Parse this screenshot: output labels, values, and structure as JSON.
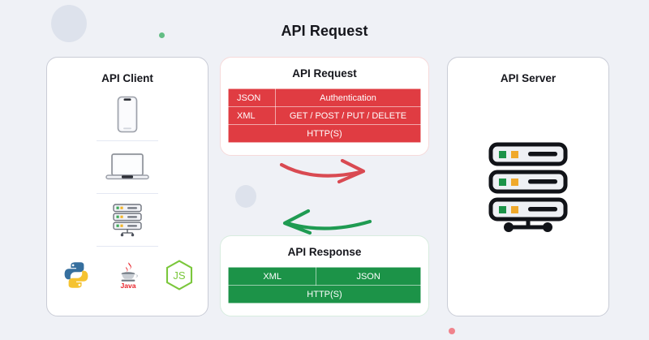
{
  "title": "API Request",
  "colors": {
    "background": "#eff1f6",
    "request_red": "#e03c42",
    "response_green": "#1c9348",
    "text_dark": "#15161c",
    "deco_blue": "#dde2ec",
    "deco_green": "#62bd84",
    "deco_pink": "#f0838c"
  },
  "client_panel": {
    "title": "API Client",
    "devices": [
      {
        "name": "mobile-phone-icon"
      },
      {
        "name": "laptop-icon"
      },
      {
        "name": "server-rack-icon"
      }
    ],
    "languages": [
      {
        "name": "python-logo",
        "label": ""
      },
      {
        "name": "java-logo",
        "label": "Java"
      },
      {
        "name": "nodejs-logo",
        "label": "JS"
      }
    ]
  },
  "request_card": {
    "title": "API Request",
    "rows": [
      {
        "key": "JSON",
        "value": "Authentication"
      },
      {
        "key": "XML",
        "value": "GET / POST / PUT / DELETE"
      }
    ],
    "protocol": "HTTP(S)"
  },
  "response_card": {
    "title": "API Response",
    "formats": [
      "XML",
      "JSON"
    ],
    "protocol": "HTTP(S)"
  },
  "server_panel": {
    "title": "API Server",
    "icon": "server-rack-icon"
  },
  "arrows": [
    {
      "name": "request-arrow",
      "direction": "right",
      "color": "#d94a52"
    },
    {
      "name": "response-arrow",
      "direction": "left",
      "color": "#1f9b52"
    }
  ]
}
